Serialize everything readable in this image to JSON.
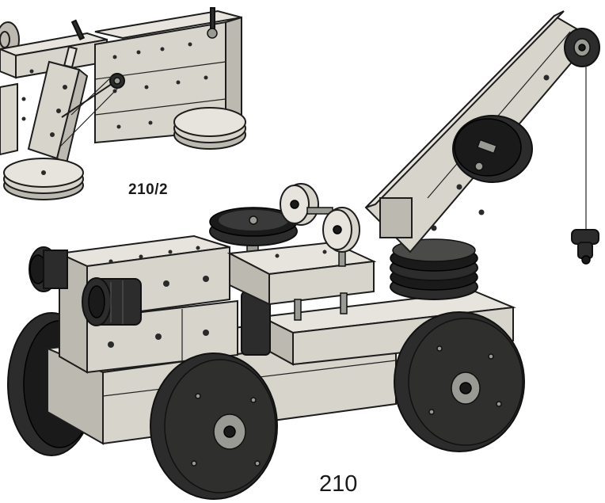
{
  "labels": {
    "detail": "210/2",
    "main": "210"
  },
  "icons": {
    "detail_drawing": "crane-steering-detail-drawing",
    "main_drawing": "toy-crane-truck-drawing"
  }
}
